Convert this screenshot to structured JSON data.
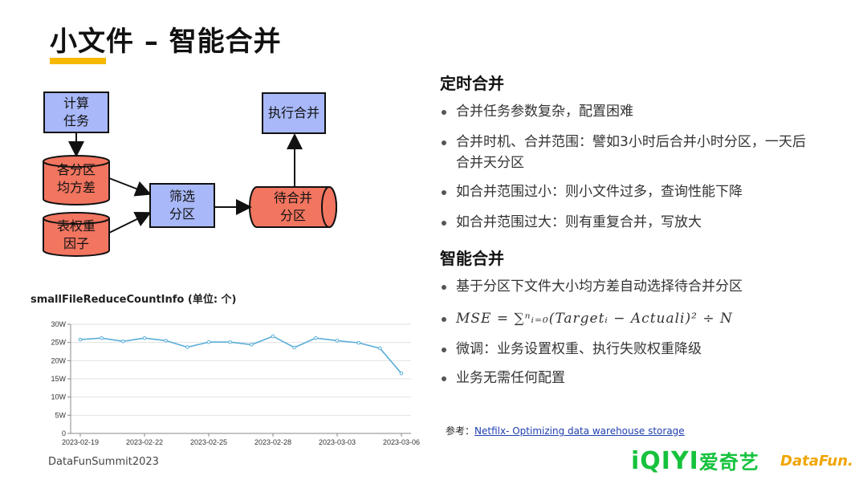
{
  "slide": {
    "title": "小文件 – 智能合并",
    "footer": "DataFunSummit2023"
  },
  "diagram": {
    "compute_task": "计算\n任务",
    "partition_variance": "各分区\n均方差",
    "table_weight": "表权重\n因子",
    "filter_partition": "筛选\n分区",
    "pending_merge": "待合并\n分区",
    "execute_merge": "执行合并"
  },
  "chart_data": {
    "type": "line",
    "title": "smallFileReduceCountInfo (单位: 个)",
    "x": [
      "2023-02-19",
      "2023-02-20",
      "2023-02-21",
      "2023-02-22",
      "2023-02-23",
      "2023-02-24",
      "2023-02-25",
      "2023-02-26",
      "2023-02-27",
      "2023-02-28",
      "2023-03-01",
      "2023-03-02",
      "2023-03-03",
      "2023-03-04",
      "2023-03-05",
      "2023-03-06"
    ],
    "xticks": [
      "2023-02-19",
      "2023-02-22",
      "2023-02-25",
      "2023-02-28",
      "2023-03-03",
      "2023-03-06"
    ],
    "values": [
      25800,
      26200,
      25300,
      26200,
      25500,
      23700,
      25100,
      25100,
      24400,
      26700,
      23600,
      26200,
      25500,
      24900,
      23400,
      16500
    ],
    "ylim": [
      0,
      30000
    ],
    "yticks": [
      "0",
      "5W",
      "10W",
      "15W",
      "20W",
      "25W",
      "30W"
    ],
    "grid": true,
    "color": "#5aaed8"
  },
  "right": {
    "sec1_title": "定时合并",
    "sec1_items": [
      "合并任务参数复杂，配置困难",
      "合并时机、合并范围：譬如3小时后合并小时分区，一天后合并天分区",
      "如合并范围过小：则小文件过多，查询性能下降",
      "如合并范围过大：则有重复合并，写放大"
    ],
    "sec2_title": "智能合并",
    "sec2_items": [
      "基于分区下文件大小均方差自动选择待合并分区",
      "MSE = ∑ⁿᵢ₌₀(Targetᵢ − Actuali)² ÷ N",
      "微调：业务设置权重、执行失败权重降级",
      "业务无需任何配置"
    ],
    "ref_label": "参考：",
    "ref_link": "Netfilx- Optimizing data warehouse storage"
  },
  "logos": {
    "iqiyi": "iQIYI",
    "iqiyi_cn": "爱奇艺",
    "datafun": "DataFun."
  }
}
